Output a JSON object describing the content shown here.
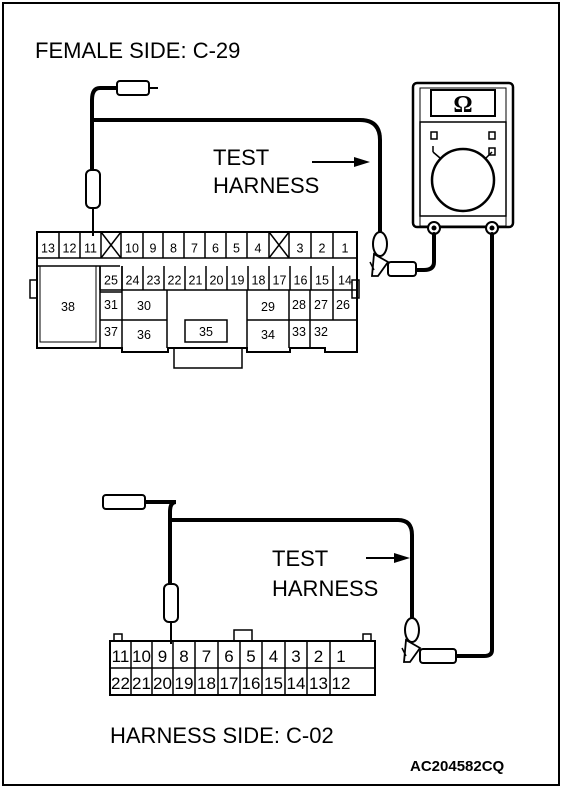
{
  "top_connector": {
    "title": "FEMALE SIDE: C-29",
    "row1_pins": [
      "13",
      "12",
      "11",
      "10",
      "9",
      "8",
      "7",
      "6",
      "5",
      "4",
      "3",
      "2",
      "1"
    ],
    "row2_pins": [
      "25",
      "24",
      "23",
      "22",
      "21",
      "20",
      "19",
      "18",
      "17",
      "16",
      "15",
      "14"
    ],
    "row3_pins": [
      "38",
      "31",
      "30",
      "29",
      "28",
      "27",
      "26"
    ],
    "row4_pins": [
      "37",
      "36",
      "35",
      "34",
      "33",
      "32"
    ]
  },
  "bottom_connector": {
    "title": "HARNESS SIDE: C-02",
    "row1_pins": [
      "11",
      "10",
      "9",
      "8",
      "7",
      "6",
      "5",
      "4",
      "3",
      "2",
      "1"
    ],
    "row2_pins": [
      "22",
      "21",
      "20",
      "19",
      "18",
      "17",
      "16",
      "15",
      "14",
      "13",
      "12"
    ]
  },
  "labels": {
    "test_harness_top_line1": "TEST",
    "test_harness_top_line2": "HARNESS",
    "test_harness_bottom_line1": "TEST",
    "test_harness_bottom_line2": "HARNESS"
  },
  "meter": {
    "symbol": "Ω",
    "icon": "ohmmeter-icon"
  },
  "figure_code": "AC204582CQ"
}
